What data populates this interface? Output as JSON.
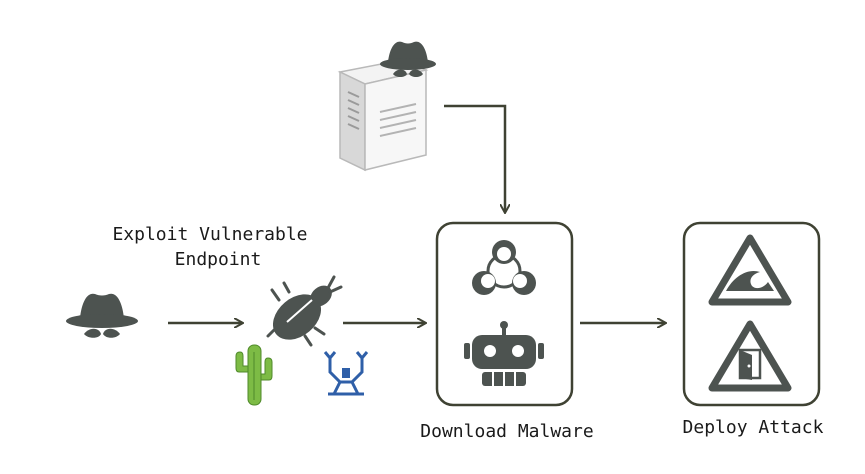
{
  "labels": {
    "exploit_line1": "Exploit Vulnerable",
    "exploit_line2": "Endpoint",
    "download": "Download Malware",
    "deploy": "Deploy Attack"
  },
  "icons": {
    "attacker": "hacker-icon",
    "server": "compromised-server-icon",
    "bug": "bug-icon",
    "cactus": "cactus-icon",
    "reverse_tool": "radare-icon",
    "biohazard": "biohazard-icon",
    "robot": "robot-icon",
    "tsunami_warning": "wave-warning-icon",
    "exit_warning": "door-warning-icon"
  },
  "colors": {
    "icon": "#4d5350",
    "arrow": "#3f4233",
    "box_border": "#3f4233",
    "box_fill": "#ffffff",
    "cactus": "#7dbb45",
    "reverse_tool": "#2f5fa8"
  }
}
